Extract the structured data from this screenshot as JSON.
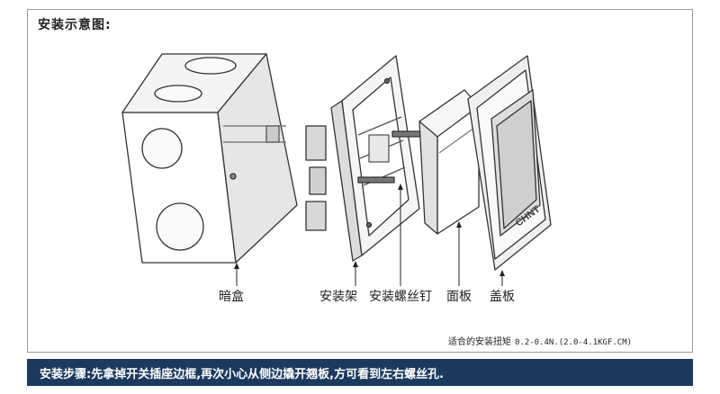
{
  "title": "安装示意图:",
  "labels": {
    "box": "暗盒",
    "frame": "安装架",
    "screw": "安装螺丝钉",
    "panel": "面板",
    "cover": "盖板"
  },
  "torque": {
    "label": "适合的安装扭矩",
    "value": "0.2-0.4N.(2.0-4.1KGF.CM)"
  },
  "brand": "CHNT",
  "steps": "安装步骤:先拿掉开关插座边框,再次小心从侧边撬开翘板,方可看到左右螺丝孔."
}
